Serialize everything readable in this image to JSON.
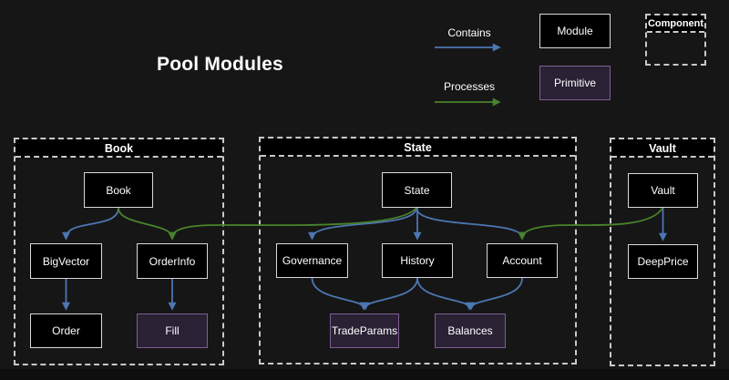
{
  "title": "Pool Modules",
  "legend": {
    "contains_label": "Contains",
    "processes_label": "Processes",
    "module_label": "Module",
    "primitive_label": "Primitive",
    "component_label": "Component"
  },
  "containers": [
    {
      "title": "Book"
    },
    {
      "title": "State"
    },
    {
      "title": "Vault"
    }
  ],
  "nodes": [
    {
      "label": "Book",
      "type": "module"
    },
    {
      "label": "BigVector",
      "type": "module"
    },
    {
      "label": "OrderInfo",
      "type": "module"
    },
    {
      "label": "Order",
      "type": "module"
    },
    {
      "label": "Fill",
      "type": "primitive"
    },
    {
      "label": "State",
      "type": "module"
    },
    {
      "label": "Governance",
      "type": "module"
    },
    {
      "label": "History",
      "type": "module"
    },
    {
      "label": "Account",
      "type": "module"
    },
    {
      "label": "TradeParams",
      "type": "primitive"
    },
    {
      "label": "Balances",
      "type": "primitive"
    },
    {
      "label": "Vault",
      "type": "module"
    },
    {
      "label": "DeepPrice",
      "type": "module"
    }
  ],
  "edges": [
    {
      "from": "Book",
      "to": "BigVector",
      "type": "contains"
    },
    {
      "from": "BigVector",
      "to": "Order",
      "type": "contains"
    },
    {
      "from": "OrderInfo",
      "to": "Fill",
      "type": "contains"
    },
    {
      "from": "State",
      "to": "Governance",
      "type": "contains"
    },
    {
      "from": "State",
      "to": "History",
      "type": "contains"
    },
    {
      "from": "State",
      "to": "Account",
      "type": "contains"
    },
    {
      "from": "Governance",
      "to": "TradeParams",
      "type": "contains"
    },
    {
      "from": "History",
      "to": "TradeParams",
      "type": "contains"
    },
    {
      "from": "History",
      "to": "Balances",
      "type": "contains"
    },
    {
      "from": "Account",
      "to": "Balances",
      "type": "contains"
    },
    {
      "from": "Vault",
      "to": "DeepPrice",
      "type": "contains"
    },
    {
      "from": "Book",
      "to": "OrderInfo",
      "type": "processes"
    },
    {
      "from": "State",
      "to": "OrderInfo",
      "type": "processes"
    },
    {
      "from": "Vault",
      "to": "Account",
      "type": "processes"
    }
  ],
  "colors": {
    "background": "#161616",
    "bottom_strip": "#0e0e0e",
    "contains_arrow": "#4d76b2",
    "processes_arrow": "#49832c",
    "module_fill": "#000000",
    "module_border": "#d9d9d9",
    "primitive_fill": "#2a2135",
    "primitive_border": "#7d5f91",
    "container_border": "#c9c9c9",
    "container_header_fill": "#000000",
    "text": "#ffffff"
  }
}
